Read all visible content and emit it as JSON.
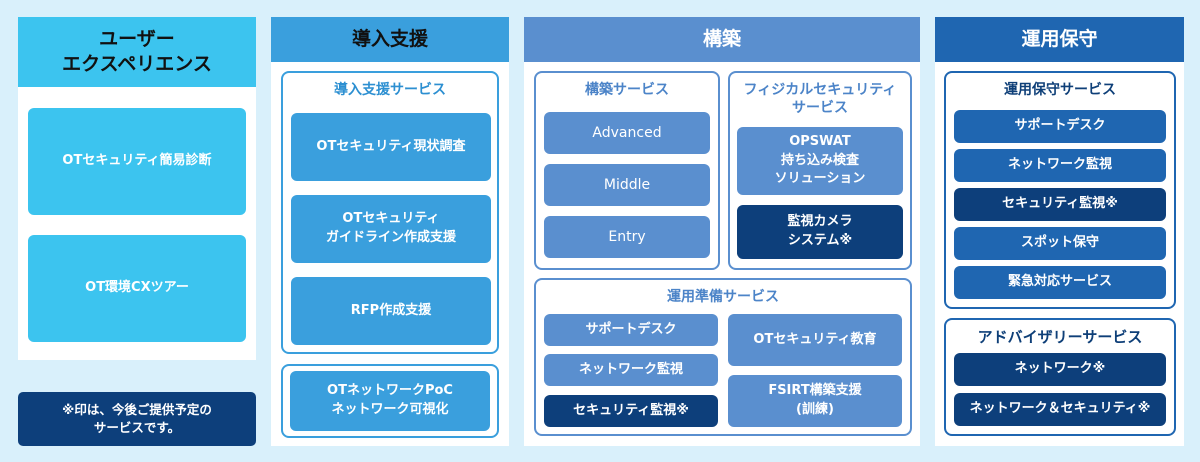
{
  "col1": {
    "header": "ユーザー\nエクスペリエンス",
    "items": [
      "OTセキュリティ簡易診断",
      "OT環境CXツアー"
    ],
    "note": "※印は、今後ご提供予定の\nサービスです。"
  },
  "col2": {
    "header": "導入支援",
    "group_title": "導入支援サービス",
    "items": [
      "OTセキュリティ現状調査",
      "OTセキュリティ\nガイドライン作成支援",
      "RFP作成支援"
    ],
    "extra": "OTネットワークPoC\nネットワーク可視化"
  },
  "col3": {
    "header": "構築",
    "build": {
      "title": "構築サービス",
      "items": [
        "Advanced",
        "Middle",
        "Entry"
      ]
    },
    "physical": {
      "title": "フィジカルセキュリティ\nサービス",
      "items": [
        "OPSWAT\n持ち込み検査\nソリューション",
        "監視カメラ\nシステム※"
      ]
    },
    "prep": {
      "title": "運用準備サービス",
      "left": [
        "サポートデスク",
        "ネットワーク監視",
        "セキュリティ監視※"
      ],
      "right": [
        "OTセキュリティ教育",
        "FSIRT構築支援\n(訓練)"
      ]
    }
  },
  "col4": {
    "header": "運用保守",
    "ops": {
      "title": "運用保守サービス",
      "items": [
        "サポートデスク",
        "ネットワーク監視",
        "セキュリティ監視※",
        "スポット保守",
        "緊急対応サービス"
      ]
    },
    "advisory": {
      "title": "アドバイザリーサービス",
      "items": [
        "ネットワーク※",
        "ネットワーク＆セキュリティ※"
      ]
    }
  },
  "colors": {
    "col1": "#3cc4ef",
    "col2": "#3a9fdd",
    "col3": "#5a8fcf",
    "col4": "#1f66b1",
    "dark": "#0d3f7b"
  }
}
